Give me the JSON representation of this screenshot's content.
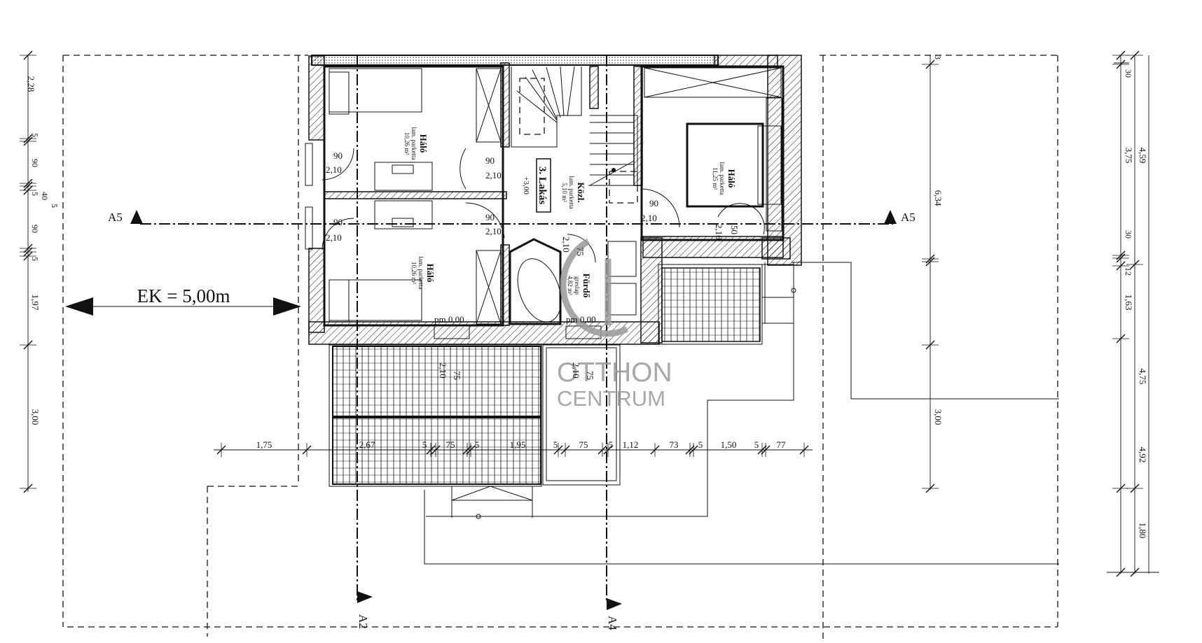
{
  "plan": {
    "unit_label": "3. Lakás",
    "unit_level": "+3,00",
    "rooms": [
      {
        "name": "Háló",
        "finish": "lam. parketta",
        "area": "10,26 m²"
      },
      {
        "name": "Háló",
        "finish": "lam. parketta",
        "area": "10,26 m²"
      },
      {
        "name": "Közl.",
        "finish": "lam. parketta",
        "area": "5,10 m²"
      },
      {
        "name": "Háló",
        "finish": "lam. parketta",
        "area": "11,25 m²"
      },
      {
        "name": "Fürdő",
        "finish": "greslap",
        "area": "4,82 m²"
      }
    ],
    "ek_label": "EK = 5,00m",
    "section_markers": {
      "a5": "A5",
      "a2": "A2",
      "a4": "A4"
    },
    "floor_levels": [
      "pm 0,00",
      "pm 0,00"
    ],
    "door_labels": [
      "90",
      "2,10",
      "90",
      "2,10",
      "90",
      "2,10",
      "90",
      "2,10",
      "90",
      "2,10",
      "75",
      "2,10",
      "75",
      "2,10",
      "2,10",
      "75",
      "2,10",
      "50"
    ],
    "bottom_dims": [
      "1,75",
      "2,67",
      "5",
      "75",
      "5",
      "1,95",
      "5",
      "75",
      "5",
      "1,12",
      "73",
      "5",
      "1,50",
      "5",
      "77"
    ],
    "left_dims": [
      "2,28",
      "5",
      "90",
      "40",
      "5",
      "5",
      "90",
      "5",
      "1,97",
      "3,00"
    ],
    "inner_right_dims": [
      "6,34",
      "3,00",
      "3"
    ],
    "right_dims_a": [
      "30",
      "3,75",
      "30",
      "12",
      "1,63"
    ],
    "right_dims_b": [
      "4,59",
      "4,75",
      "4,92",
      "1,80"
    ]
  },
  "watermark": {
    "line1": "OTTHON",
    "line2": "CENTRUM"
  },
  "colors": {
    "ink": "#111111",
    "watermark": "#9a9a9a",
    "background": "#ffffff"
  }
}
